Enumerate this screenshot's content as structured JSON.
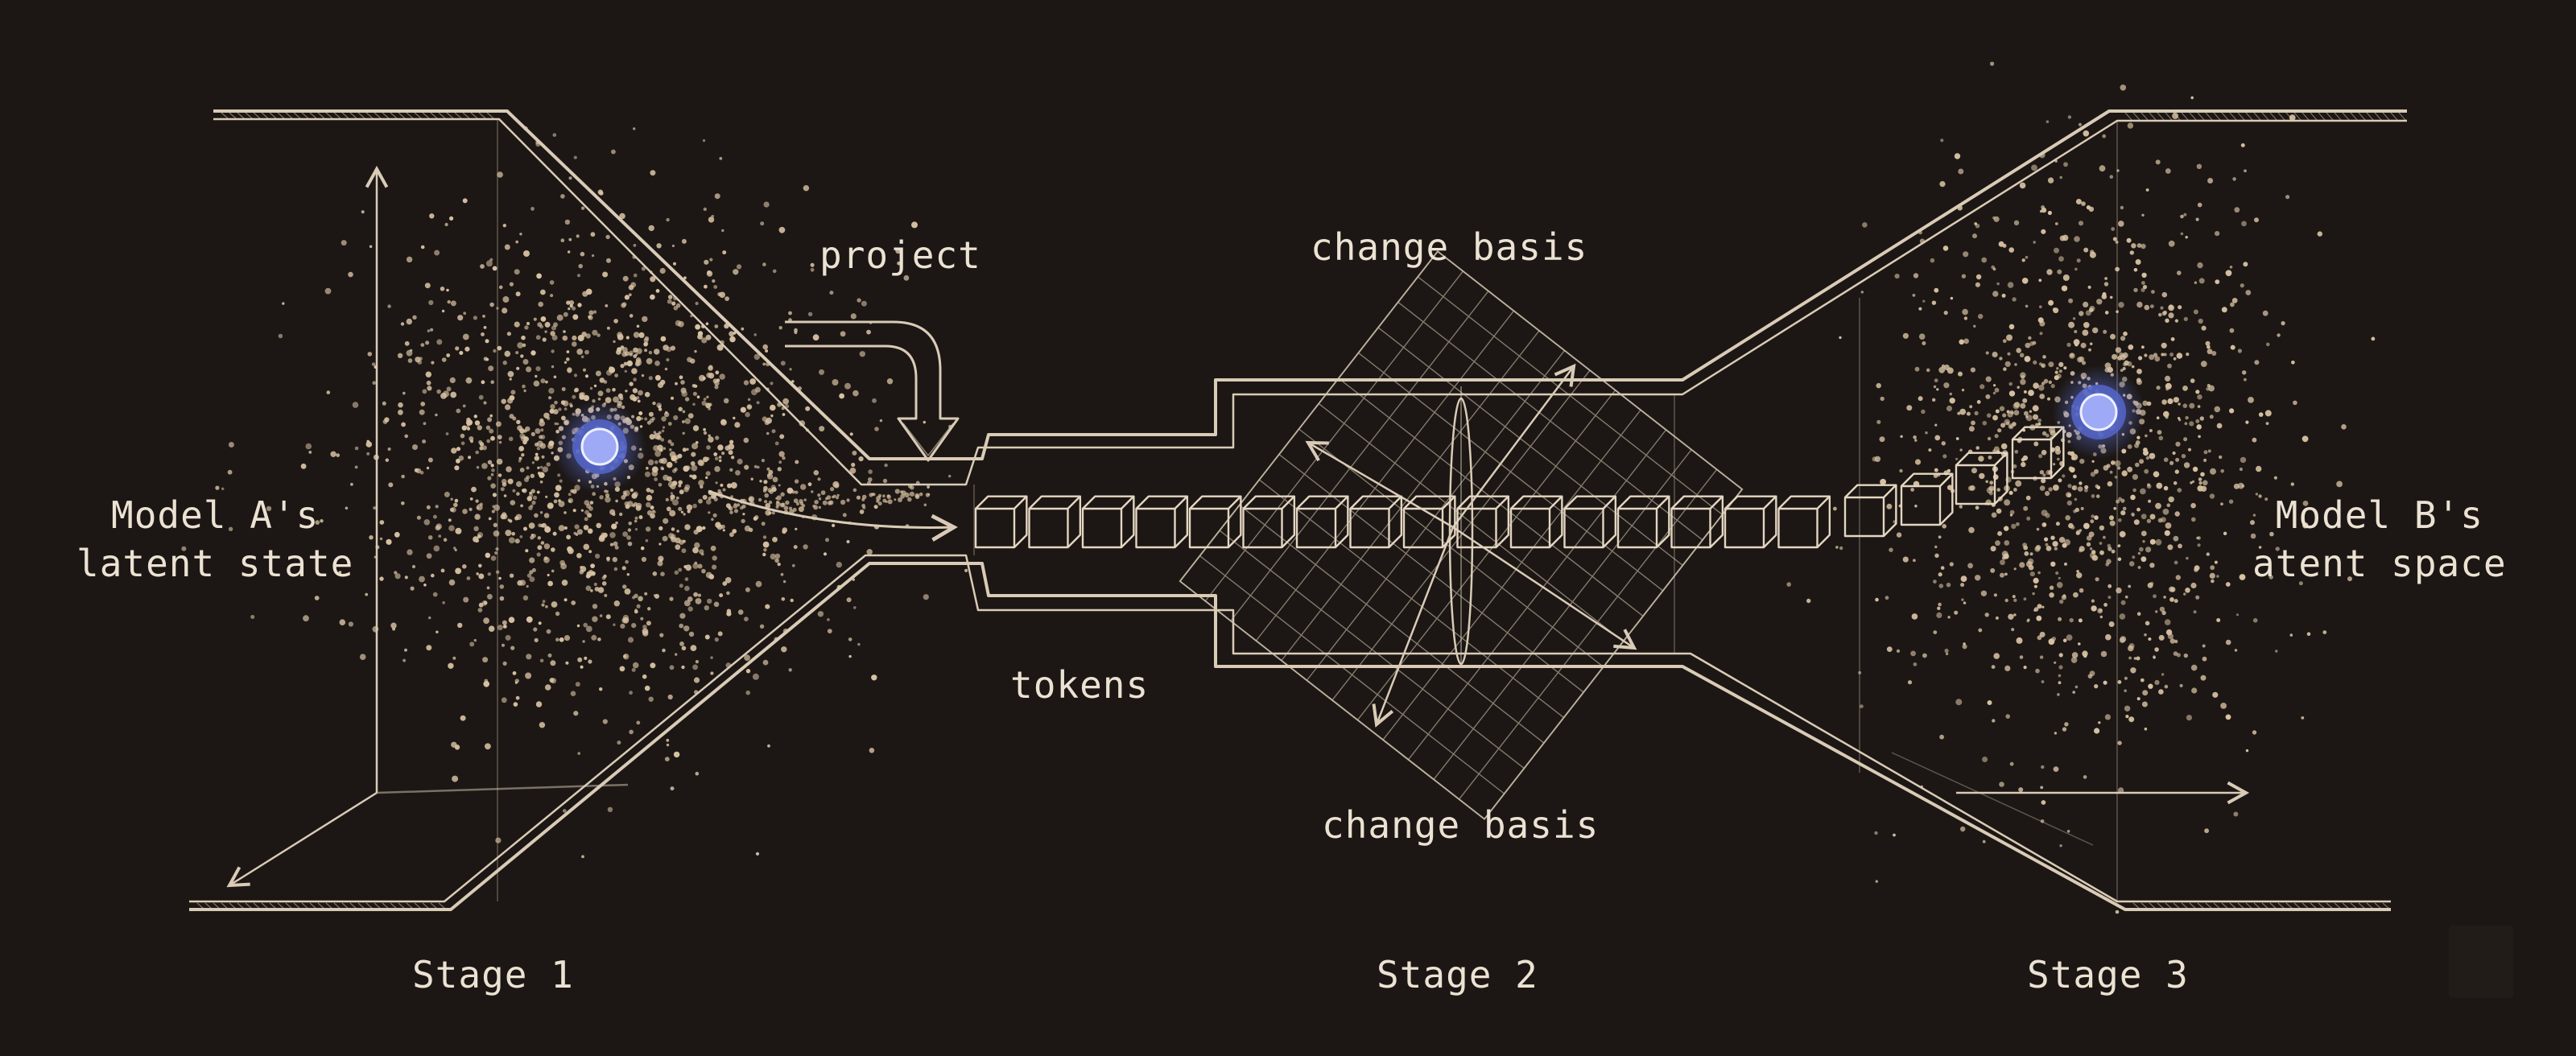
{
  "labels": {
    "project": "project",
    "change_basis_top": "change basis",
    "change_basis_bottom": "change basis",
    "tokens": "tokens",
    "model_a": "Model A's\nlatent state",
    "model_b": "Model B's\natent space"
  },
  "stages": [
    "Stage 1",
    "Stage 2",
    "Stage 3"
  ],
  "colors": {
    "background": "#1c1714",
    "line": "#d9cbb6",
    "dots": "#d8c2a3",
    "latent_point": "#8e9cf0",
    "latent_glow": "#5d6fd8"
  },
  "icons": {
    "latent_point_a": "glowing-blue-circle",
    "latent_point_b": "glowing-blue-circle",
    "token_cubes": "cube-row",
    "basis_grid": "rotated-grid"
  }
}
